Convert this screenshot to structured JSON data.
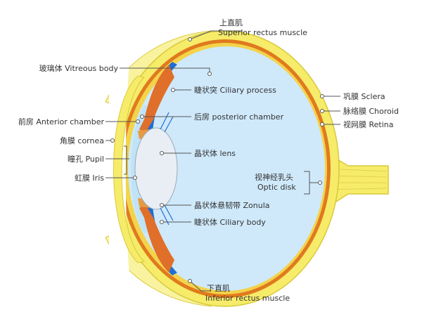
{
  "colors": {
    "sclera": "#f6ec6a",
    "sclera_edge": "#d9c93a",
    "choroid": "#e07a1e",
    "retina": "#f3d34a",
    "vitreous": "#cfe9fb",
    "blue_layer": "#1f6fd2",
    "ciliary": "#e06f2a",
    "lens": "#e9eef5",
    "leader": "#555555"
  },
  "labels": {
    "superior_rectus_zh": "上直肌",
    "superior_rectus_en": "Superior rectus muscle",
    "vitreous": "玻璃体 Vitreous body",
    "ciliary_process": "睫状突  Ciliary process",
    "posterior_chamber": "后房 posterior chamber",
    "anterior_chamber": "前房 Anterior chamber",
    "cornea": "角膜 cornea",
    "pupil": "瞳孔 Pupil",
    "iris": "虹膜 Iris",
    "lens": "晶状体 lens",
    "sclera": "巩膜 Sclera",
    "choroid": "脉络膜 Choroid",
    "retina": "视网膜 Retina",
    "optic_disk_zh": "视神经乳头",
    "optic_disk_en": "Optic disk",
    "zonula": "晶状体悬韧带 Zonula",
    "ciliary_body": "睫状体 Ciliary body",
    "inferior_rectus_zh": "下直肌",
    "inferior_rectus_en": "Inferior rectus muscle"
  }
}
